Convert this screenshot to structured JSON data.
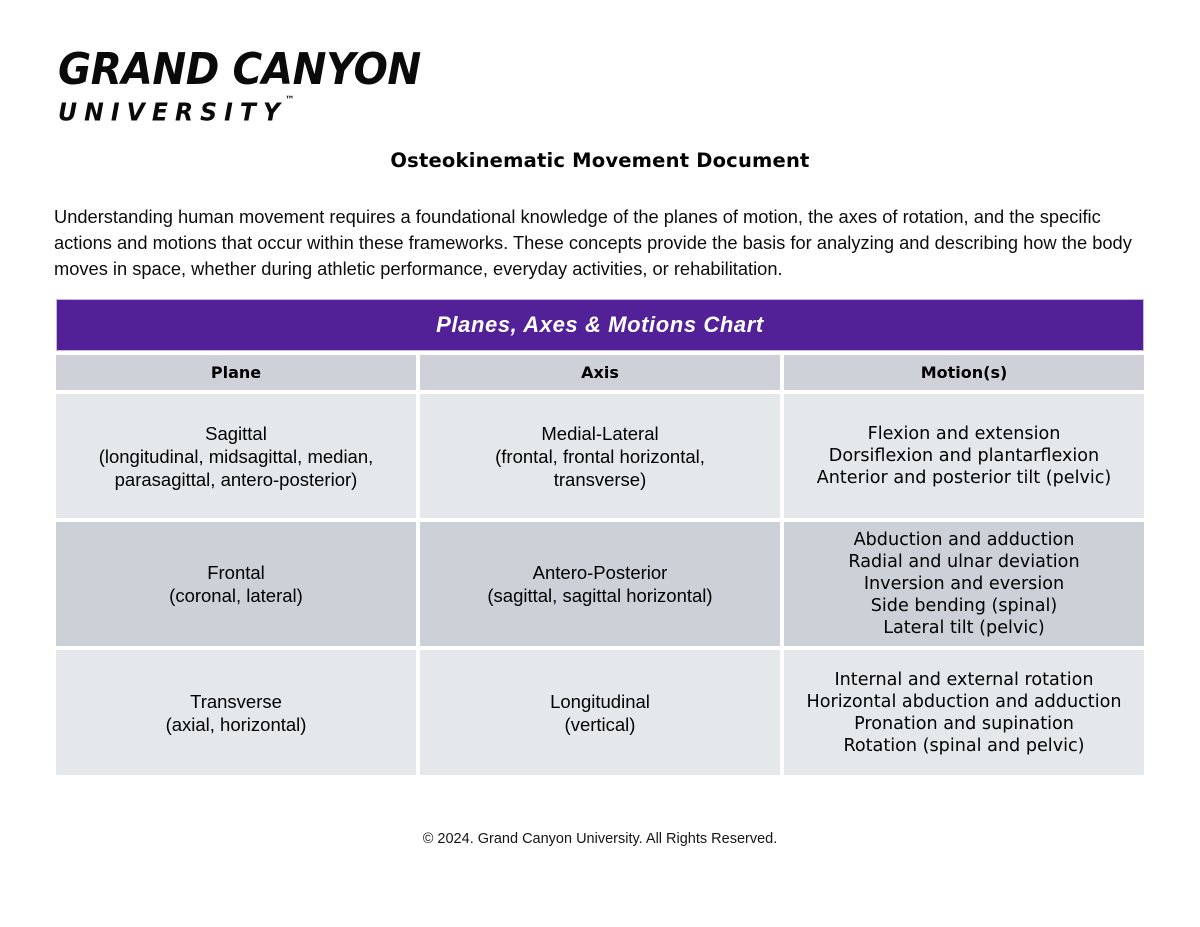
{
  "branding": {
    "logo_line1": "GRAND CANYON",
    "logo_line2": "UNIVERSITY",
    "trademark": "™"
  },
  "document": {
    "title": "Osteokinematic Movement Document",
    "intro": "Understanding human movement requires a foundational knowledge of the planes of motion, the axes of rotation, and the specific actions and motions that occur within these frameworks. These concepts provide the basis for analyzing and describing how the body moves in space, whether during athletic performance, everyday activities, or rehabilitation."
  },
  "chart_data": {
    "type": "table",
    "title": "Planes, Axes & Motions Chart",
    "columns": [
      "Plane",
      "Axis",
      "Motion(s)"
    ],
    "rows": [
      {
        "plane": [
          "Sagittal",
          "(longitudinal, midsagittal, median,",
          "parasagittal, antero-posterior)"
        ],
        "axis": [
          "Medial-Lateral",
          "(frontal, frontal horizontal,",
          "transverse)"
        ],
        "motions": [
          "Flexion and extension",
          "Dorsiflexion and plantarflexion",
          "Anterior and posterior tilt (pelvic)"
        ]
      },
      {
        "plane": [
          "Frontal",
          "(coronal, lateral)"
        ],
        "axis": [
          "Antero-Posterior",
          "(sagittal, sagittal horizontal)"
        ],
        "motions": [
          "Abduction and adduction",
          "Radial and ulnar deviation",
          "Inversion and eversion",
          "Side bending (spinal)",
          "Lateral tilt (pelvic)"
        ]
      },
      {
        "plane": [
          "Transverse",
          "(axial, horizontal)"
        ],
        "axis": [
          "Longitudinal",
          "(vertical)"
        ],
        "motions": [
          "Internal and external rotation",
          "Horizontal abduction and adduction",
          "Pronation and supination",
          "Rotation (spinal and pelvic)"
        ]
      }
    ]
  },
  "footer": {
    "copyright": "© 2024. Grand Canyon University. All Rights Reserved."
  },
  "colors": {
    "brand_purple": "#522198",
    "banner_border": "#cbb6e2",
    "header_row_gray": "#ced2d8",
    "body_row_light": "#e5e8eb",
    "body_row_dark": "#ccd1d8",
    "page_background": "#ffffff",
    "text": "#000000"
  }
}
